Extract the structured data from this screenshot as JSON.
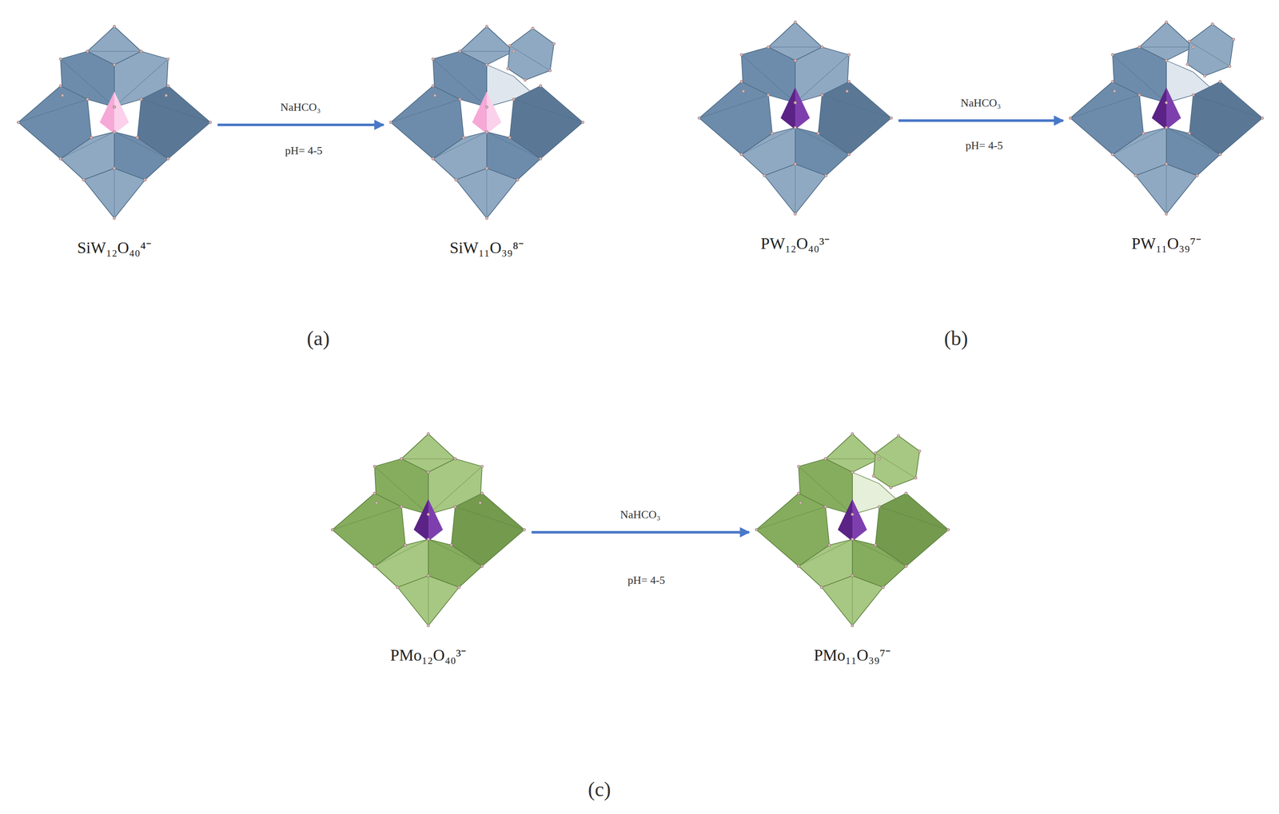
{
  "diagram": {
    "nodes": [
      {
        "text": [
          "SiW₁₂O₄₀⁴⁻"
        ]
      },
      {
        "text": [
          "SiW₁₁O₃₉⁸⁻"
        ]
      },
      {
        "text": [
          "PW₁₂O₄₀³⁻"
        ]
      },
      {
        "text": [
          "PW₁₁O₃₉⁷⁻"
        ]
      },
      {
        "text": [
          "PMo₁₂O₄₀³⁻"
        ]
      },
      {
        "text": [
          "PMo₁₁O₃₉⁷⁻"
        ]
      }
    ],
    "edges": [
      {
        "from": 0,
        "to": 1,
        "arrow": "to",
        "label": "NaHCO₃"
      },
      {
        "from": 2,
        "to": 3,
        "arrow": "to",
        "label": "NaHCO₃"
      },
      {
        "from": 4,
        "to": 5,
        "arrow": "to",
        "label": "NaHCO₃"
      }
    ],
    "labels": [
      "pH= 4-5",
      "pH= 4-5",
      "(a)",
      "(b)",
      "pH= 4-5",
      "(c)"
    ]
  }
}
